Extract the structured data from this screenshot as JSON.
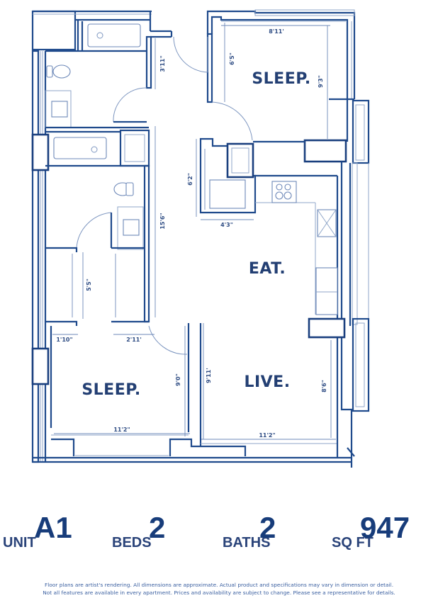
{
  "floorplan": {
    "rooms": {
      "bedroom_top": "SLEEP.",
      "eat": "EAT.",
      "bedroom_bottom": "SLEEP.",
      "live": "LIVE."
    },
    "dimensions": {
      "bath_door_height": "3'11\"",
      "bedroom_top_width": "8'11'",
      "bedroom_top_left_height": "6'5\"",
      "bedroom_top_right_height": "9'3\"",
      "closet_height": "6'2\"",
      "closet_width": "4'3\"",
      "hall_height": "15'6\"",
      "wardrobe_height": "5'5\"",
      "wardrobe_left_width": "1'10\"",
      "wardrobe_right_width": "2'11'",
      "bedroom_bottom_height": "9'0\"",
      "bedroom_bottom_width": "11'2\"",
      "live_left_height": "9'11'",
      "live_right_height": "8'6\"",
      "live_width": "11'2\""
    }
  },
  "stats": {
    "unit": {
      "label": "UNIT",
      "value": "A1"
    },
    "beds": {
      "label": "BEDS",
      "value": "2"
    },
    "baths": {
      "label": "BATHS",
      "value": "2"
    },
    "sqft": {
      "label": "SQ FT",
      "value": "947"
    }
  },
  "colors": {
    "wall": "#1a3f7e",
    "text": "#233f73",
    "disclaimer": "#3a5fa0"
  },
  "disclaimer": {
    "line1": "Floor plans are artist's rendering. All dimensions are approximate. Actual product and specifications may vary in dimension or detail.",
    "line2": "Not all features are available in every apartment. Prices and availability are subject to change. Please see a representative for details."
  }
}
